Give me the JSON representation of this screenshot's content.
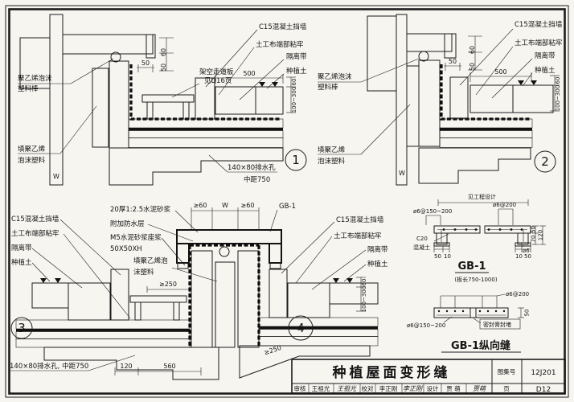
{
  "colors": {
    "paper": "#f7f5f0",
    "ink": "#1c1c1c"
  },
  "d1": {
    "num": "1",
    "foam_rod1": "聚乙烯泡沫",
    "foam_rod2": "塑料棒",
    "fill_foam1": "填聚乙烯",
    "fill_foam2": "泡沫塑料",
    "c15": "C15混凝土挡墙",
    "geo": "土工布端部粘牢",
    "iso": "隔离带",
    "soil": "种植土",
    "walk1": "架空走道板",
    "walk2": "见D16页",
    "drain1": "140×80排水孔",
    "drain2": "中距750",
    "dim60": "60",
    "dim50v": "50",
    "dim50h": "50",
    "dim500": "500",
    "dim_r60": "60",
    "dim_r": "100~300",
    "w": "W"
  },
  "d2": {
    "num": "2",
    "foam_rod1": "聚乙烯泡沫",
    "foam_rod2": "塑料棒",
    "fill_foam1": "填聚乙烯",
    "fill_foam2": "泡沫塑料",
    "c15": "C15混凝土挡墙",
    "geo": "土工布端部粘牢",
    "iso": "隔离带",
    "soil": "种植土",
    "dim60": "60",
    "dim50v": "50",
    "dim50h": "50",
    "dim500": "500",
    "dim_r60": "60",
    "dim_r": "100~300",
    "w": "W"
  },
  "d34": {
    "num3": "3",
    "num4": "4",
    "c15_l": "C15混凝土挡墙",
    "geo_l": "土工布端部粘牢",
    "iso_l": "隔离带",
    "soil_l": "种植土",
    "mortar1": "20厚1:2.5水泥砂浆",
    "mortar2": "附加防水层",
    "m5a": "M5水泥砂浆座浆",
    "m5b": "50X50XH",
    "fill1": "填聚乙烯泡",
    "fill2": "沫塑料",
    "ge250l": "≥250",
    "ge60l": "≥60",
    "w": "W",
    "ge60r": "≥60",
    "gb1": "GB-1",
    "c15_r": "C15混凝土挡墙",
    "geo_r": "土工布端部粘牢",
    "iso_r": "隔离带",
    "soil_r": "种植土",
    "dim_r60": "60",
    "dim_r": "100~300",
    "drain": "140×80排水孔, 中距750",
    "dim120": "120",
    "dim560": "560",
    "ge250r": "≥250"
  },
  "gb1s": {
    "span": "见工程设计",
    "rt": "ø6@200",
    "rl": "ø6@150~200",
    "c20a": "C20",
    "c20b": "混凝土",
    "d50l": "50",
    "d10l": "10",
    "d10r": "10",
    "d50r": "50",
    "v50": "50",
    "v70": "70",
    "v120": "120",
    "dia": "ø6",
    "cap": "GB-1",
    "sub": "(板长750-1000)"
  },
  "gb1l": {
    "rt": "ø6@200",
    "rb": "ø6@150~200",
    "seal": "密封膏封堵",
    "t50": "50",
    "cap": "GB-1纵向缝"
  },
  "tb": {
    "title": "种植屋面变形缝",
    "atlas_label": "图集号",
    "atlas_no": "12J201",
    "page_label": "页",
    "page_no": "D12",
    "r_label": "审核",
    "r_name": "王祖光",
    "r_sig": "王祖光",
    "c_label": "校对",
    "c_name": "李正刚",
    "c_sig": "李正刚",
    "d_label": "设计",
    "d_name": "贾 萌",
    "d_sig": "贾萌"
  }
}
